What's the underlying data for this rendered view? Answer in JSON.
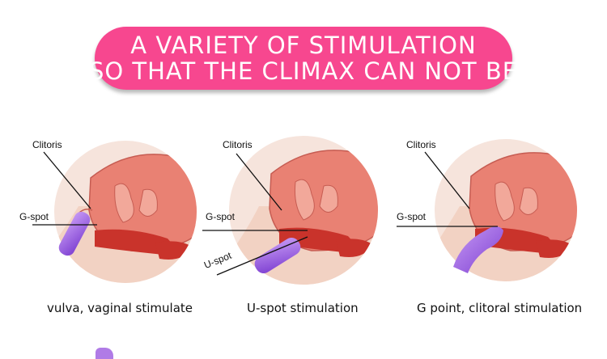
{
  "banner": {
    "line1": "A VARIETY OF STIMULATION",
    "line2": "SO THAT THE CLIMAX CAN NOT BE"
  },
  "panels": [
    {
      "labels": {
        "clitoris": "Clitoris",
        "gspot": "G-spot"
      },
      "caption": "vulva, vaginal stimulate"
    },
    {
      "labels": {
        "clitoris": "Clitoris",
        "gspot": "G-spot",
        "uspot": "U-spot"
      },
      "caption": "U-spot stimulation"
    },
    {
      "labels": {
        "clitoris": "Clitoris",
        "gspot": "G-spot"
      },
      "caption": "G point, clitoral stimulation"
    }
  ],
  "colors": {
    "banner": "#f7478f",
    "circle_bg": "#f6e4dc",
    "tissue": "#e98173",
    "tissue_outline": "#c65c52",
    "muscle": "#c9332b",
    "skin": "#f2d2c3",
    "toy": "#9b63e0"
  }
}
